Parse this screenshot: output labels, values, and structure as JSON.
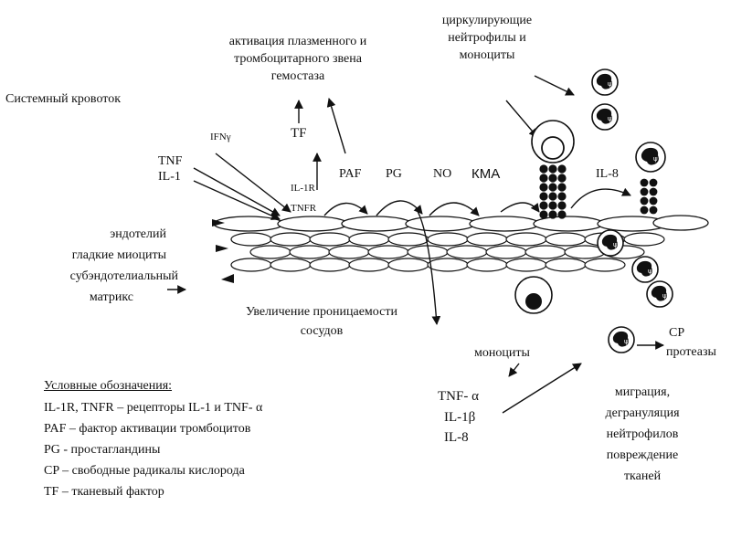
{
  "labels": {
    "systemic_circulation": "Системный кровоток",
    "activation_line1": "активация плазменного и",
    "activation_line2": "тромбоцитарного звена",
    "activation_line3": "гемостаза",
    "tf": "TF",
    "circulating_line1": "циркулирующие",
    "circulating_line2": "нейтрофилы и",
    "circulating_line3": "моноциты",
    "ifn": "IFNγ",
    "tnf": "TNF",
    "il1": "IL-1",
    "il1r": "IL-1R",
    "tnfr": "TNFR",
    "paf": "PAF",
    "pg": "PG",
    "no": "NO",
    "kma": "КМА",
    "il8_top": "IL-8",
    "endothelium": "эндотелий",
    "smooth_myocytes": "гладкие миоциты",
    "subendothelial": "субэндотелиальный",
    "matrix": "матрикс",
    "permeability_line1": "Увеличение проницаемости",
    "permeability_line2": "сосудов",
    "monocytes": "моноциты",
    "cp": "CP",
    "proteases": "протеазы",
    "tnf_alpha": "TNF- α",
    "il1b": "IL-1β",
    "il8_bottom": "IL-8",
    "migration_line1": "миграция,",
    "migration_line2": "дегрануляция",
    "migration_line3": "нейтрофилов",
    "migration_line4": "повреждение",
    "migration_line5": "тканей"
  },
  "legend": {
    "title": "Условные обозначения:",
    "items": [
      "IL-1R, TNFR – рецепторы IL-1 и TNF- α",
      "PAF – фактор активации тромбоцитов",
      "PG - простагландины",
      "CP – свободные радикалы кислорода",
      "TF – тканевый фактор"
    ]
  }
}
